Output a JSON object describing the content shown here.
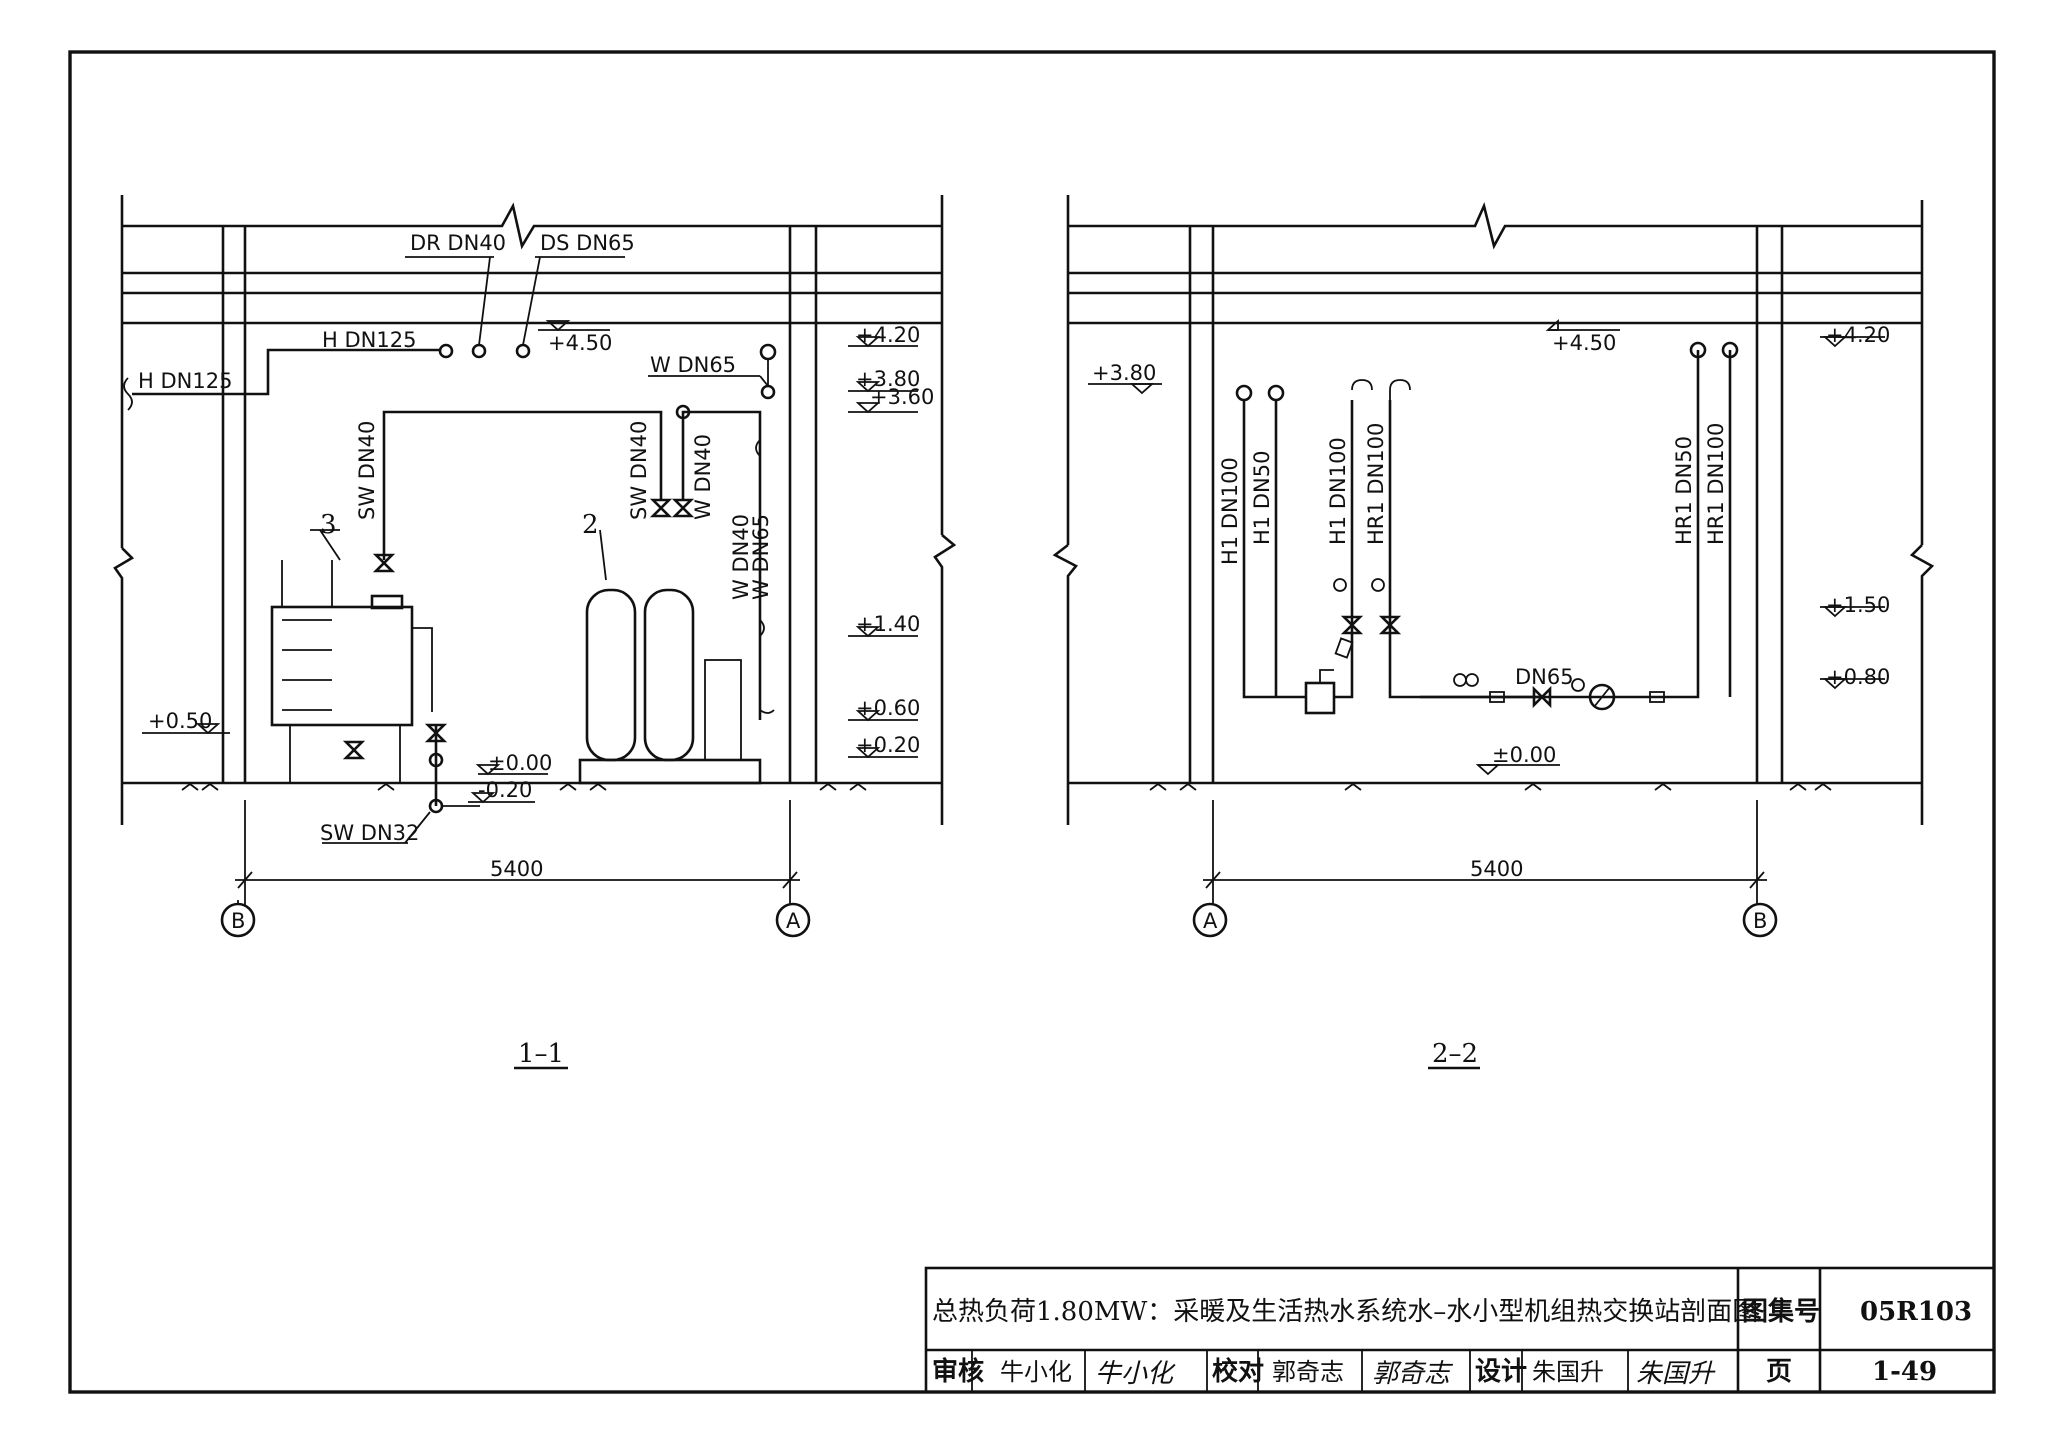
{
  "section1": {
    "title": "1–1",
    "labels": {
      "dr": "DR DN40",
      "ds": "DS DN65",
      "h_upper": "H DN125",
      "h_left": "H DN125",
      "w": "W DN65",
      "sw_riser": "SW DN40",
      "sw_valve": "SW DN40",
      "w_valve": "W DN40",
      "w_riser_a": "W DN40",
      "w_riser_b": "W DN65",
      "sw_bottom": "SW DN32",
      "tag2": "2",
      "tag3": "3"
    },
    "elevations": {
      "e450": "+4.50",
      "e420": "+4.20",
      "e380": "+3.80",
      "e360": "+3.60",
      "e140": "+1.40",
      "e060": "+0.60",
      "e020": "+0.20",
      "e050": "+0.50",
      "e000": "±0.00",
      "em020": "-0.20"
    },
    "dimension": "5400",
    "axis_left": "B",
    "axis_right": "A"
  },
  "section2": {
    "title": "2–2",
    "labels": {
      "h1_100": "H1 DN100",
      "h1_50": "H1 DN50",
      "h1_100b": "H1 DN100",
      "hr1_100": "HR1 DN100",
      "hr1_50": "HR1 DN50",
      "hr1_100b": "HR1 DN100",
      "dn65": "DN65"
    },
    "elevations": {
      "e380": "+3.80",
      "e450": "+4.50",
      "e420": "+4.20",
      "e150": "+1.50",
      "e080": "+0.80",
      "e000": "±0.00"
    },
    "dimension": "5400",
    "axis_left": "A",
    "axis_right": "B"
  },
  "titleblock": {
    "title": "总热负荷1.80MW：采暖及生活热水系统水–水小型机组热交换站剖面图",
    "atlas_label": "图集号",
    "atlas_no": "05R103",
    "review_label": "审核",
    "reviewer": "牛小化",
    "check_label": "校对",
    "checker": "郭奇志",
    "design_label": "设计",
    "designer": "朱国升",
    "page_label": "页",
    "page_no": "1-49"
  }
}
